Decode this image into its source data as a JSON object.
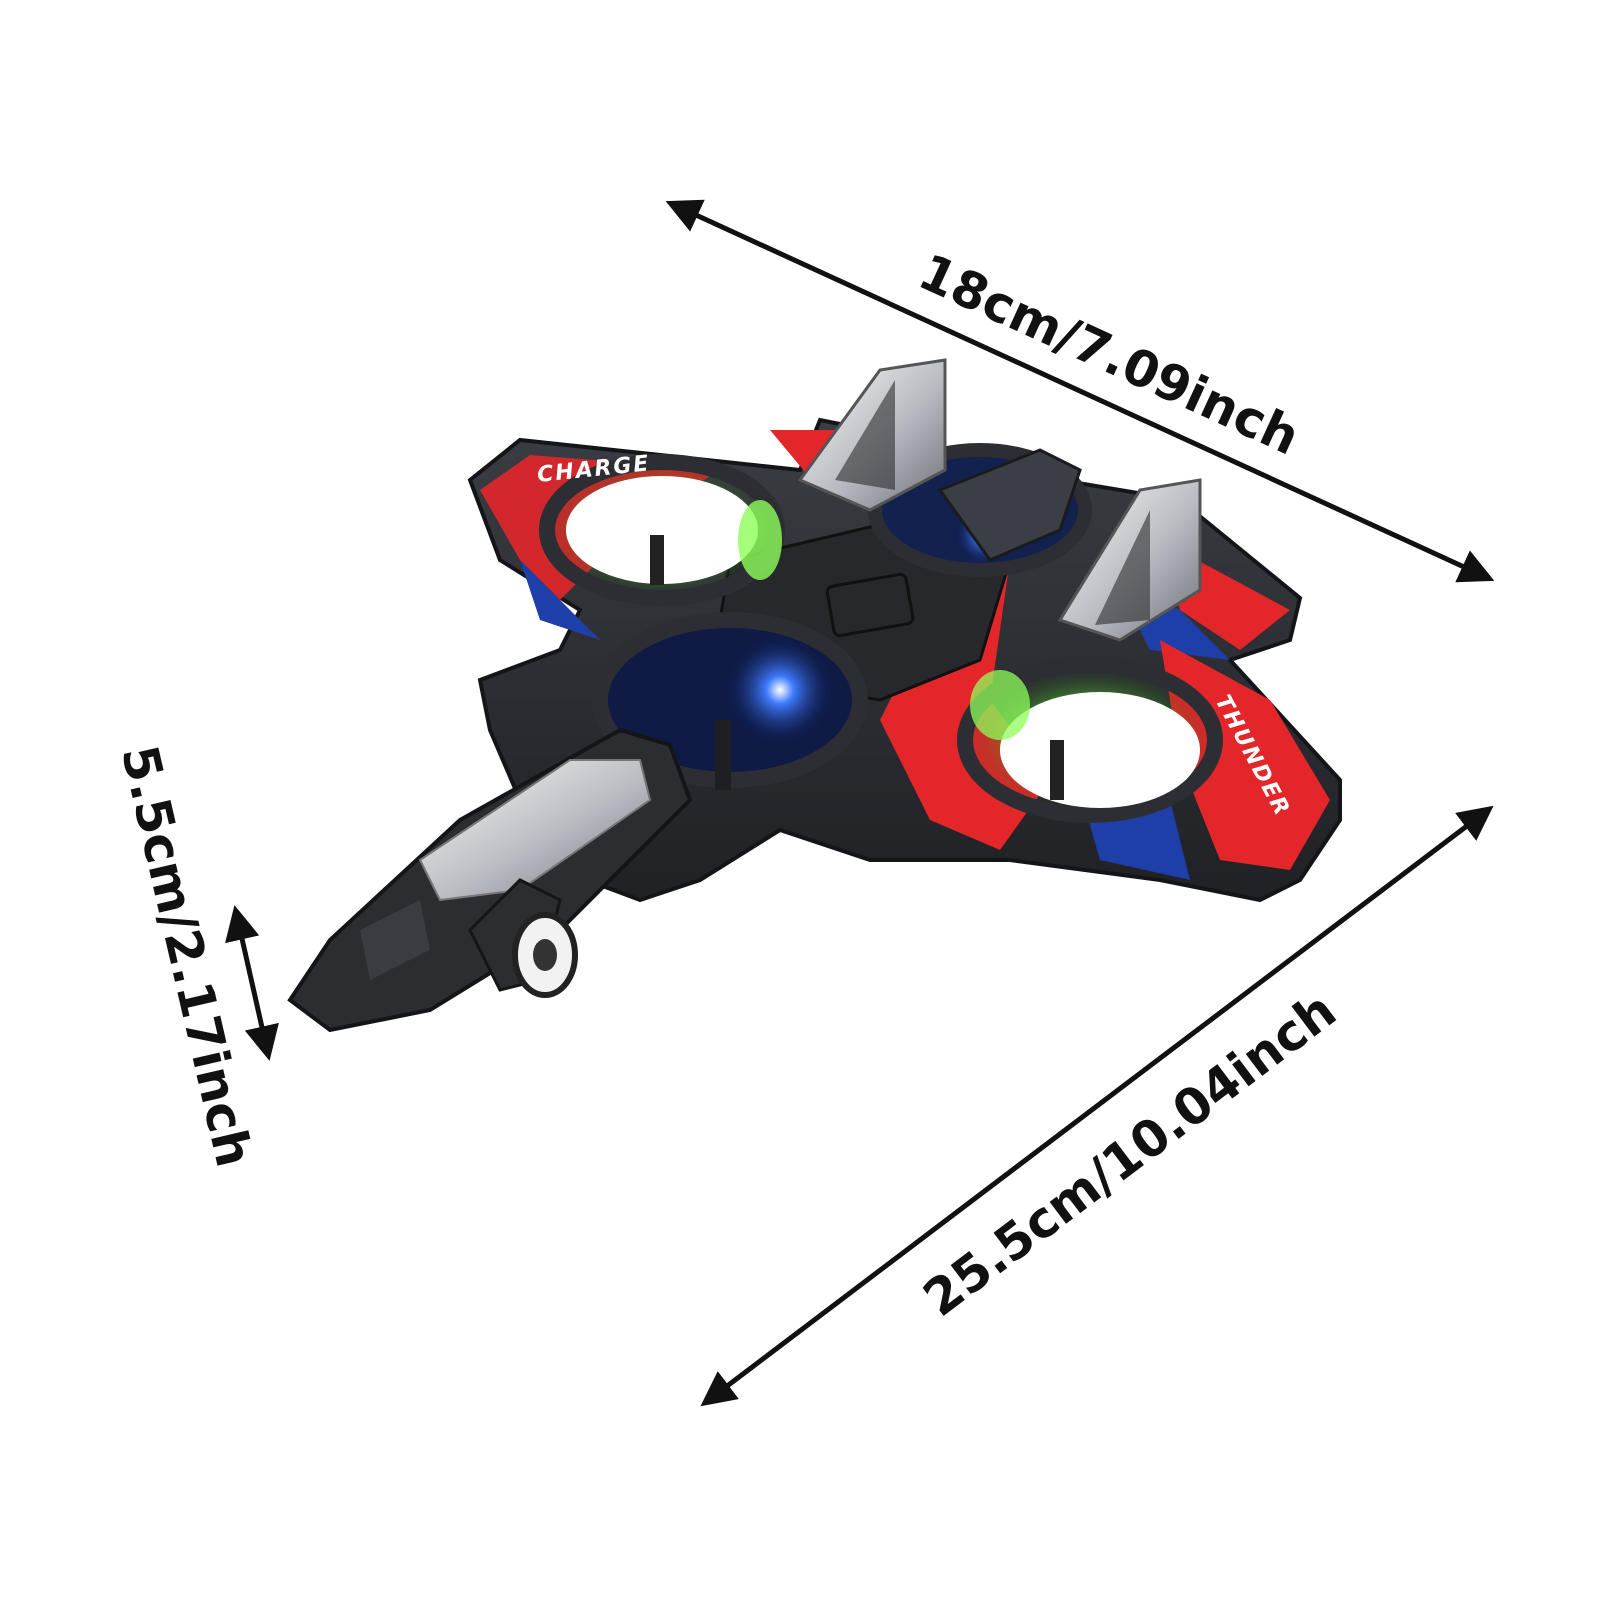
{
  "dimensions": {
    "width_label": "18cm/7.09inch",
    "length_label": "25.5cm/10.04inch",
    "height_label": "5.5cm/2.17inch"
  },
  "decals": {
    "left_wing": "CHARGE",
    "right_wing": "THUNDER"
  },
  "colors": {
    "body": "#2b2d31",
    "red_accent": "#e3262a",
    "blue_accent": "#1f3fa8",
    "green_glow": "#6cff3a",
    "blue_glow": "#3f7bff",
    "arrow": "#111111"
  }
}
